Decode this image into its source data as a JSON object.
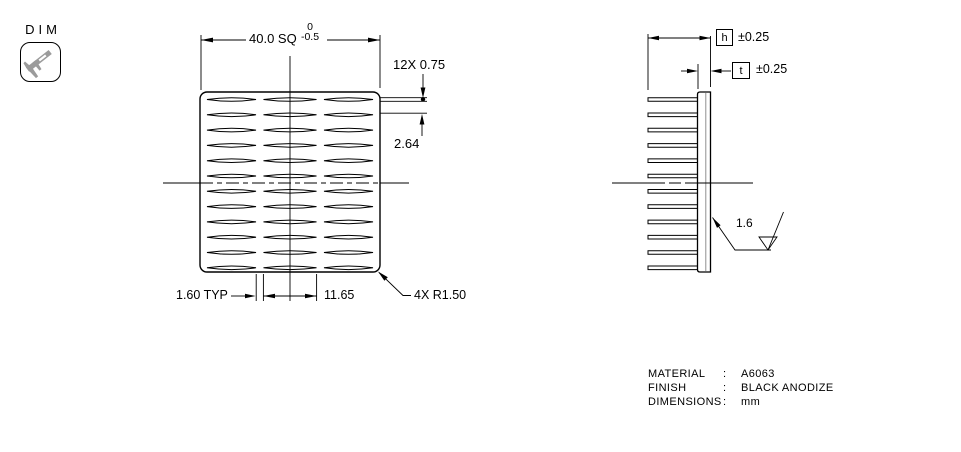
{
  "drawing": {
    "tool": {
      "label": "DIM"
    },
    "top_view": {
      "square_dim": "40.0 SQ",
      "square_tol_upper": "0",
      "square_tol_lower": "-0.5",
      "fin_width_dim": "12X 0.75",
      "fin_gap_dim": "2.64",
      "rib_dim": "1.60 TYP",
      "slot_length_dim": "11.65",
      "corner_radius_dim": "4X R1.50"
    },
    "side_view": {
      "height_symbol": "h",
      "height_tol": "±0.25",
      "base_symbol": "t",
      "base_tol": "±0.25",
      "surface_roughness": "1.6"
    },
    "notes": {
      "rows": [
        {
          "label": "MATERIAL",
          "sep": ":",
          "value": "A6063"
        },
        {
          "label": "FINISH",
          "sep": ":",
          "value": "BLACK ANODIZE"
        },
        {
          "label": "DIMENSIONS",
          "sep": ":",
          "value": "mm"
        }
      ]
    },
    "geometry": {
      "fin_count": 12,
      "slot_columns": 3
    },
    "colors": {
      "line": "#000000",
      "icon_gray": "#9b9b9b",
      "background": "#ffffff"
    }
  }
}
